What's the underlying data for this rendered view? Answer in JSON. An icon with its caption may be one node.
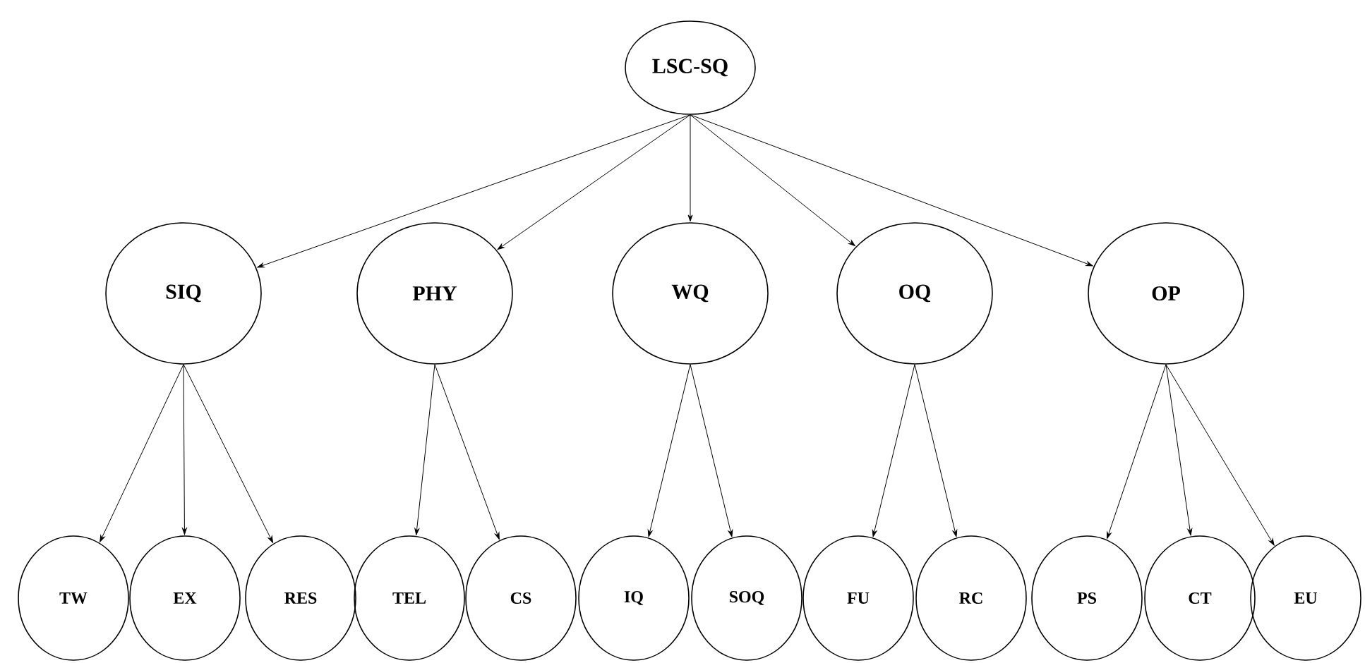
{
  "diagram": {
    "nodes": [
      {
        "text": [
          "LSC-SQ"
        ]
      },
      {
        "text": [
          "SIQ"
        ]
      },
      {
        "text": [
          "PHY"
        ]
      },
      {
        "text": [
          "WQ"
        ]
      },
      {
        "text": [
          "OQ"
        ]
      },
      {
        "text": [
          "OP"
        ]
      },
      {
        "text": [
          "TW"
        ]
      },
      {
        "text": [
          "EX"
        ]
      },
      {
        "text": [
          "RES"
        ]
      },
      {
        "text": [
          "TEL"
        ]
      },
      {
        "text": [
          "CS"
        ]
      },
      {
        "text": [
          "IQ"
        ]
      },
      {
        "text": [
          "SOQ"
        ]
      },
      {
        "text": [
          "FU"
        ]
      },
      {
        "text": [
          "RC"
        ]
      },
      {
        "text": [
          "PS"
        ]
      },
      {
        "text": [
          "CT"
        ]
      },
      {
        "text": [
          "EU"
        ]
      }
    ],
    "edges": [
      {
        "from": 0,
        "to": 1,
        "arrow": "to"
      },
      {
        "from": 0,
        "to": 2,
        "arrow": "to"
      },
      {
        "from": 0,
        "to": 3,
        "arrow": "to"
      },
      {
        "from": 0,
        "to": 4,
        "arrow": "to"
      },
      {
        "from": 0,
        "to": 5,
        "arrow": "to"
      },
      {
        "from": 1,
        "to": 6,
        "arrow": "to"
      },
      {
        "from": 1,
        "to": 7,
        "arrow": "to"
      },
      {
        "from": 1,
        "to": 8,
        "arrow": "to"
      },
      {
        "from": 2,
        "to": 9,
        "arrow": "to"
      },
      {
        "from": 2,
        "to": 10,
        "arrow": "to"
      },
      {
        "from": 3,
        "to": 11,
        "arrow": "to"
      },
      {
        "from": 3,
        "to": 12,
        "arrow": "to"
      },
      {
        "from": 4,
        "to": 13,
        "arrow": "to"
      },
      {
        "from": 4,
        "to": 14,
        "arrow": "to"
      },
      {
        "from": 5,
        "to": 15,
        "arrow": "to"
      },
      {
        "from": 5,
        "to": 16,
        "arrow": "to"
      },
      {
        "from": 5,
        "to": 17,
        "arrow": "to"
      }
    ]
  }
}
